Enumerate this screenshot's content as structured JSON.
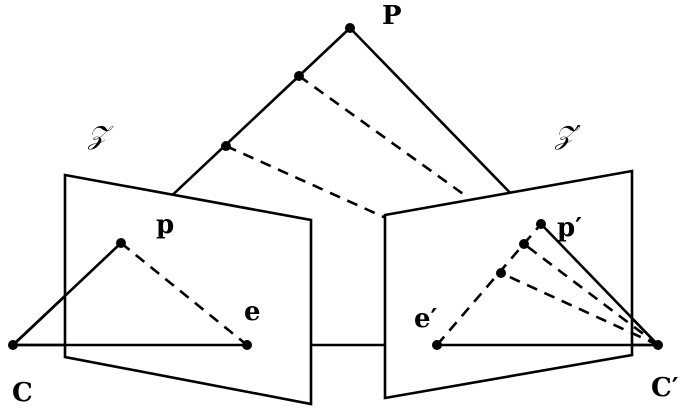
{
  "labels": {
    "world_point": "P",
    "left_camera_center": "C",
    "right_camera_center": "C′",
    "left_image_point": "p",
    "right_image_point": "p′",
    "left_epipole": "e",
    "right_epipole": "e′",
    "left_image_plane": "𝒵",
    "right_image_plane": "𝒵′"
  },
  "colors": {
    "stroke": "#000000",
    "background": "#ffffff"
  }
}
